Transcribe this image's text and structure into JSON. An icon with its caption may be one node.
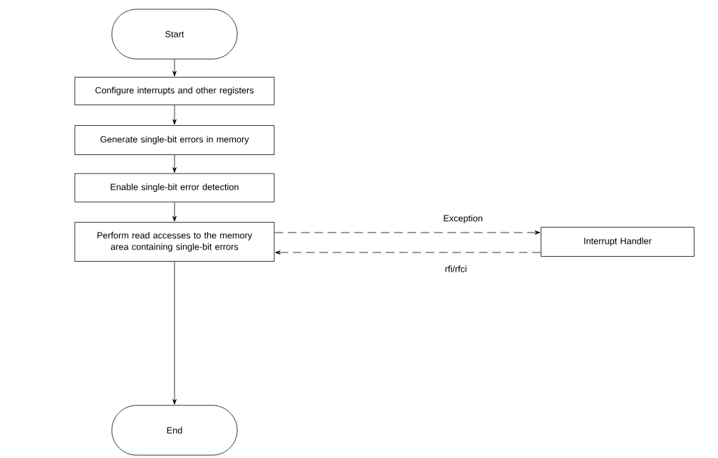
{
  "diagram": {
    "nodes": [
      {
        "text": [
          "Start"
        ]
      },
      {
        "text": [
          "Configure interrupts and other registers"
        ]
      },
      {
        "text": [
          "Generate single-bit errors in memory"
        ]
      },
      {
        "text": [
          "Enable single-bit error detection"
        ]
      },
      {
        "text": [
          "Perform read accesses to the memory area containing single-bit errors"
        ]
      },
      {
        "text": [
          "Interrupt Handler"
        ]
      },
      {
        "text": [
          "End"
        ]
      }
    ],
    "edges": [
      {
        "from": 0,
        "to": 1,
        "arrow": "to"
      },
      {
        "from": 1,
        "to": 2,
        "arrow": "to"
      },
      {
        "from": 2,
        "to": 3,
        "arrow": "to"
      },
      {
        "from": 3,
        "to": 4,
        "arrow": "to"
      },
      {
        "from": 4,
        "to": 6,
        "arrow": "to"
      },
      {
        "from": 4,
        "to": 5,
        "arrow": "to",
        "style": "dashed",
        "label": "Exception"
      },
      {
        "from": 5,
        "to": 4,
        "arrow": "to",
        "style": "dashed",
        "label": "rfi/rfci"
      }
    ]
  }
}
